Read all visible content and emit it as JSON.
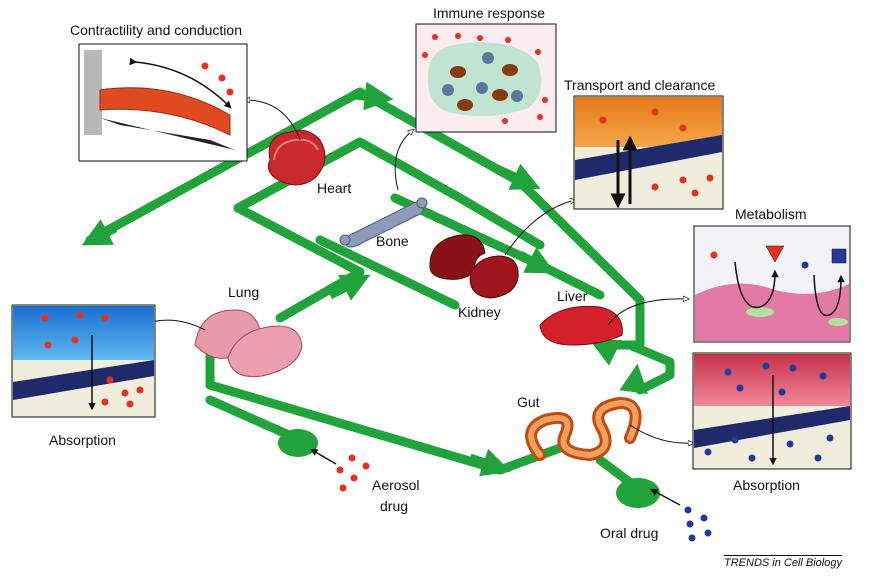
{
  "labels": {
    "contractility": "Contractility and conduction",
    "immune": "Immune response",
    "transport": "Transport and clearance",
    "metabolism": "Metabolism",
    "heart": "Heart",
    "bone": "Bone",
    "kidney": "Kidney",
    "lung": "Lung",
    "liver": "Liver",
    "gut": "Gut",
    "absorption_left": "Absorption",
    "absorption_right": "Absorption",
    "aerosol_line1": "Aerosol",
    "aerosol_line2": "drug",
    "oral": "Oral drug",
    "credit": "TRENDS in Cell Biology"
  },
  "colors": {
    "circuit": "#1fa33a",
    "drug_red": "#e8301e",
    "drug_blue": "#1f3a9a",
    "organ_red": "#c8282e",
    "lung_pink": "#e79aa8"
  }
}
